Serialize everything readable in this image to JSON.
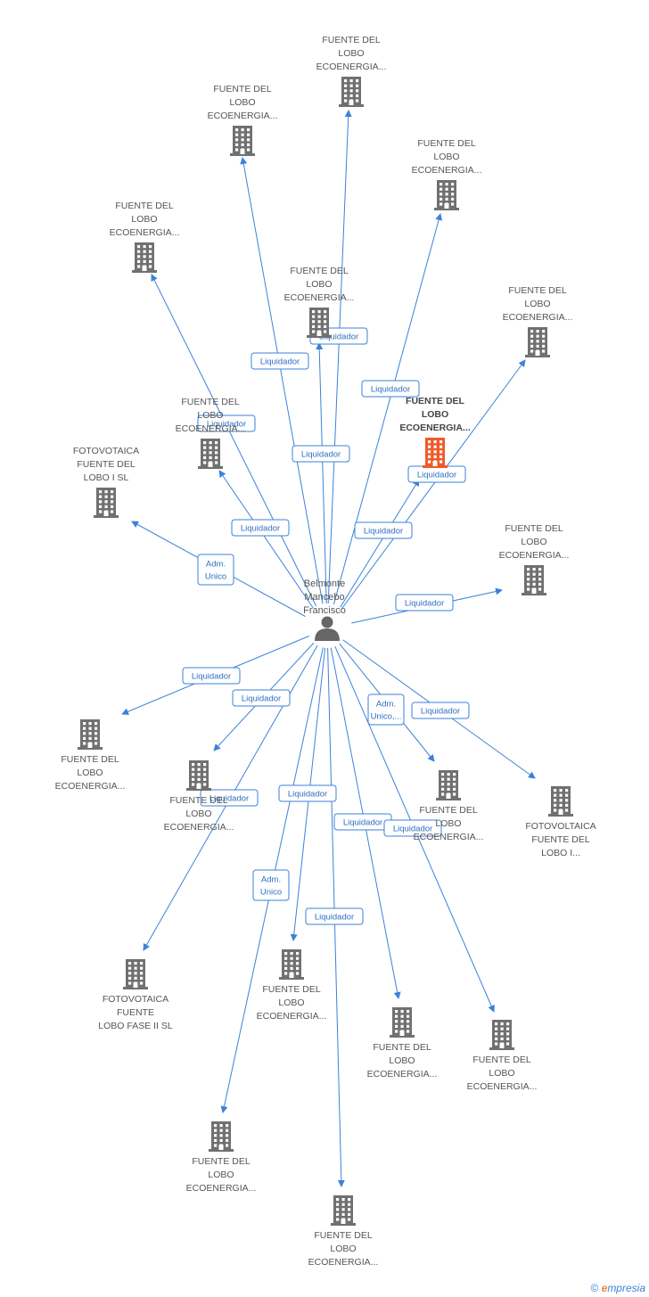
{
  "person": {
    "lines": [
      "Belmonte",
      "Mancebo",
      "Francisco"
    ]
  },
  "nodes": [
    {
      "id": "n1",
      "lines": [
        "FUENTE DEL",
        "LOBO",
        "ECOENERGIA..."
      ],
      "label_pos": "above"
    },
    {
      "id": "n2",
      "lines": [
        "FUENTE DEL",
        "LOBO",
        "ECOENERGIA..."
      ],
      "label_pos": "above"
    },
    {
      "id": "n3",
      "lines": [
        "FUENTE DEL",
        "LOBO",
        "ECOENERGIA..."
      ],
      "label_pos": "above"
    },
    {
      "id": "n4",
      "lines": [
        "FUENTE DEL",
        "LOBO",
        "ECOENERGIA..."
      ],
      "label_pos": "above"
    },
    {
      "id": "n5",
      "lines": [
        "FUENTE DEL",
        "LOBO",
        "ECOENERGIA..."
      ],
      "label_pos": "above"
    },
    {
      "id": "n6",
      "lines": [
        "FUENTE DEL",
        "LOBO",
        "ECOENERGIA..."
      ],
      "label_pos": "above"
    },
    {
      "id": "n7",
      "lines": [
        "FUENTE DEL",
        "LOBO",
        "ECOENERGIA..."
      ],
      "label_pos": "above"
    },
    {
      "id": "n8",
      "lines": [
        "FUENTE DEL",
        "LOBO",
        "ECOENERGIA..."
      ],
      "label_pos": "above",
      "highlight": true
    },
    {
      "id": "n9",
      "lines": [
        "FOTOVOTAICA",
        "FUENTE DEL",
        "LOBO I SL"
      ],
      "label_pos": "above"
    },
    {
      "id": "n10",
      "lines": [
        "FUENTE DEL",
        "LOBO",
        "ECOENERGIA..."
      ],
      "label_pos": "above"
    },
    {
      "id": "n11",
      "lines": [
        "FUENTE DEL",
        "LOBO",
        "ECOENERGIA..."
      ],
      "label_pos": "below"
    },
    {
      "id": "n12",
      "lines": [
        "FUENTE DEL",
        "LOBO",
        "ECOENERGIA..."
      ],
      "label_pos": "below"
    },
    {
      "id": "n13",
      "lines": [
        "FUENTE DEL",
        "LOBO",
        "ECOENERGIA..."
      ],
      "label_pos": "below"
    },
    {
      "id": "n14",
      "lines": [
        "FOTOVOLTAICA",
        "FUENTE DEL",
        "LOBO I..."
      ],
      "label_pos": "below"
    },
    {
      "id": "n15",
      "lines": [
        "FOTOVOTAICA",
        "FUENTE",
        "LOBO FASE II SL"
      ],
      "label_pos": "below"
    },
    {
      "id": "n16",
      "lines": [
        "FUENTE DEL",
        "LOBO",
        "ECOENERGIA..."
      ],
      "label_pos": "below"
    },
    {
      "id": "n17",
      "lines": [
        "FUENTE DEL",
        "LOBO",
        "ECOENERGIA..."
      ],
      "label_pos": "below"
    },
    {
      "id": "n18",
      "lines": [
        "FUENTE DEL",
        "LOBO",
        "ECOENERGIA..."
      ],
      "label_pos": "below"
    },
    {
      "id": "n19",
      "lines": [
        "FUENTE DEL",
        "LOBO",
        "ECOENERGIA..."
      ],
      "label_pos": "below"
    },
    {
      "id": "n20",
      "lines": [
        "FUENTE DEL",
        "LOBO",
        "ECOENERGIA..."
      ],
      "label_pos": "below"
    }
  ],
  "edges": [
    {
      "target": "n1",
      "lines": [
        "Liquidador"
      ]
    },
    {
      "target": "n2",
      "lines": [
        "Liquidador"
      ]
    },
    {
      "target": "n3",
      "lines": [
        "Liquidador"
      ]
    },
    {
      "target": "n4",
      "lines": [
        "Liquidador"
      ]
    },
    {
      "target": "n5",
      "lines": [
        "Liquidador"
      ]
    },
    {
      "target": "n6",
      "lines": [
        "Liquidador"
      ]
    },
    {
      "target": "n7",
      "lines": [
        "Liquidador"
      ]
    },
    {
      "target": "n8",
      "lines": [
        "Liquidador"
      ]
    },
    {
      "target": "n9",
      "lines": [
        "Adm.",
        "Unico"
      ]
    },
    {
      "target": "n10",
      "lines": [
        "Liquidador"
      ]
    },
    {
      "target": "n11",
      "lines": [
        "Liquidador"
      ]
    },
    {
      "target": "n12",
      "lines": [
        "Liquidador"
      ]
    },
    {
      "target": "n13",
      "lines": [
        "Adm.",
        "Unico,..."
      ]
    },
    {
      "target": "n14",
      "lines": [
        "Liquidador"
      ]
    },
    {
      "target": "n15",
      "lines": [
        "Liquidador"
      ]
    },
    {
      "target": "n16",
      "lines": [
        "Liquidador"
      ]
    },
    {
      "target": "n17",
      "lines": [
        "Liquidador"
      ]
    },
    {
      "target": "n18",
      "lines": [
        "Liquidador"
      ]
    },
    {
      "target": "n19",
      "lines": [
        "Adm.",
        "Unico"
      ]
    },
    {
      "target": "n20",
      "lines": [
        "Liquidador"
      ]
    }
  ],
  "colors": {
    "edge": "#3b82d8",
    "building": "#707070",
    "building_highlight": "#f05a28",
    "person": "#666666"
  },
  "footer": {
    "copyright": "©",
    "brand_e": "e",
    "brand_rest": "mpresia"
  }
}
